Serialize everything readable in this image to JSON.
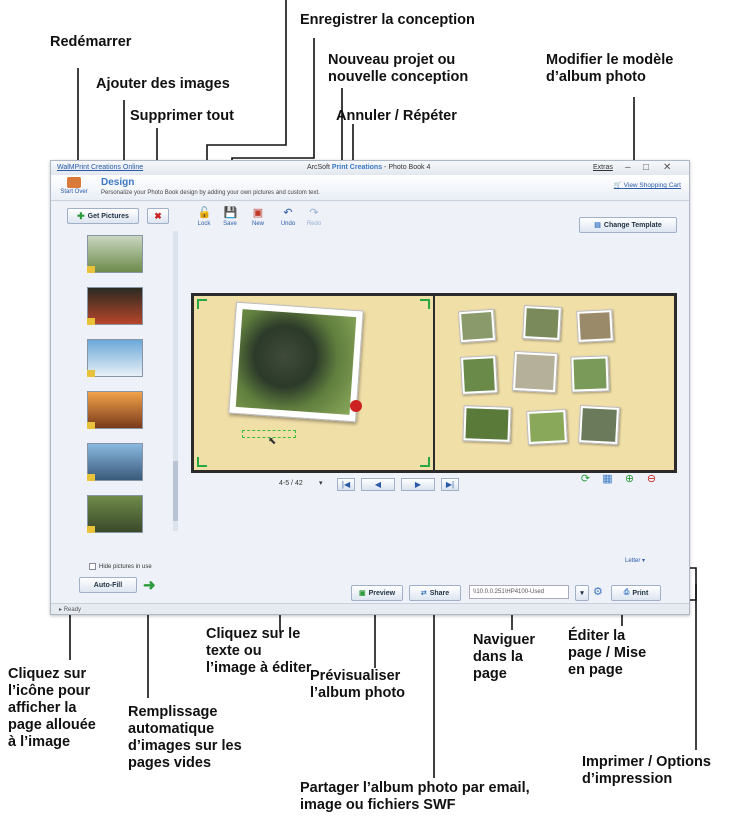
{
  "callouts": {
    "redemarrer": "Redémarrer",
    "ajouter_images": "Ajouter des images",
    "supprimer_tout": "Supprimer tout",
    "enregistrer": "Enregistrer la conception",
    "nouveau_l1": "Nouveau projet ou",
    "nouveau_l2": "nouvelle conception",
    "annuler": "Annuler / Répéter",
    "modifier_l1": "Modifier le modèle",
    "modifier_l2": "d’album photo",
    "cliquez_texte_l1": "Cliquez sur le",
    "cliquez_texte_l2": "texte ou",
    "cliquez_texte_l3": "l’image à éditer",
    "icone_l1": "Cliquez sur",
    "icone_l2": "l’icône pour",
    "icone_l3": "afficher la",
    "icone_l4": "page allouée",
    "icone_l5": "à l’image",
    "remplissage_l1": "Remplissage",
    "remplissage_l2": "automatique",
    "remplissage_l3": "d’images sur les",
    "remplissage_l4": "pages vides",
    "previsualiser_l1": "Prévisualiser",
    "previsualiser_l2": "l’album photo",
    "naviguer_l1": "Naviguer",
    "naviguer_l2": "dans la",
    "naviguer_l3": "page",
    "editer_l1": "Éditer la",
    "editer_l2": "page / Mise",
    "editer_l3": "en page",
    "partager_l1": "Partager l’album photo par email,",
    "partager_l2": "image ou fichiers SWF",
    "imprimer_l1": "Imprimer / Options",
    "imprimer_l2": "d’impression"
  },
  "window": {
    "app_link": "WalMPrint Creations Online",
    "title_brand": "Print Creations",
    "title_prefix": "ArcSoft",
    "title_suffix": "- Photo Book 4",
    "extras": "Extras",
    "start_over": "Start Over",
    "design_title": "Design",
    "design_subtitle": "Personalize your Photo Book design by adding your own pictures and custom text.",
    "cart_link": "View Shopping Cart",
    "get_pictures": "Get Pictures",
    "hide_pictures": "Hide pictures in use",
    "auto_fill": "Auto-Fill",
    "tools": {
      "lock": "Lock",
      "save": "Save",
      "new": "New",
      "undo": "Undo",
      "redo": "Redo"
    },
    "change_template": "Change Template",
    "page_indicator": "4-5 / 42",
    "preview": "Preview",
    "share": "Share",
    "printer_path": "\\\\10.0.0.251\\HP4100-Used",
    "print": "Print",
    "paper": "Letter",
    "status": "Ready"
  },
  "colors": {
    "page_bg": "#f1dfa8",
    "accent_blue": "#3b78c4",
    "selection_green": "#28a745"
  }
}
